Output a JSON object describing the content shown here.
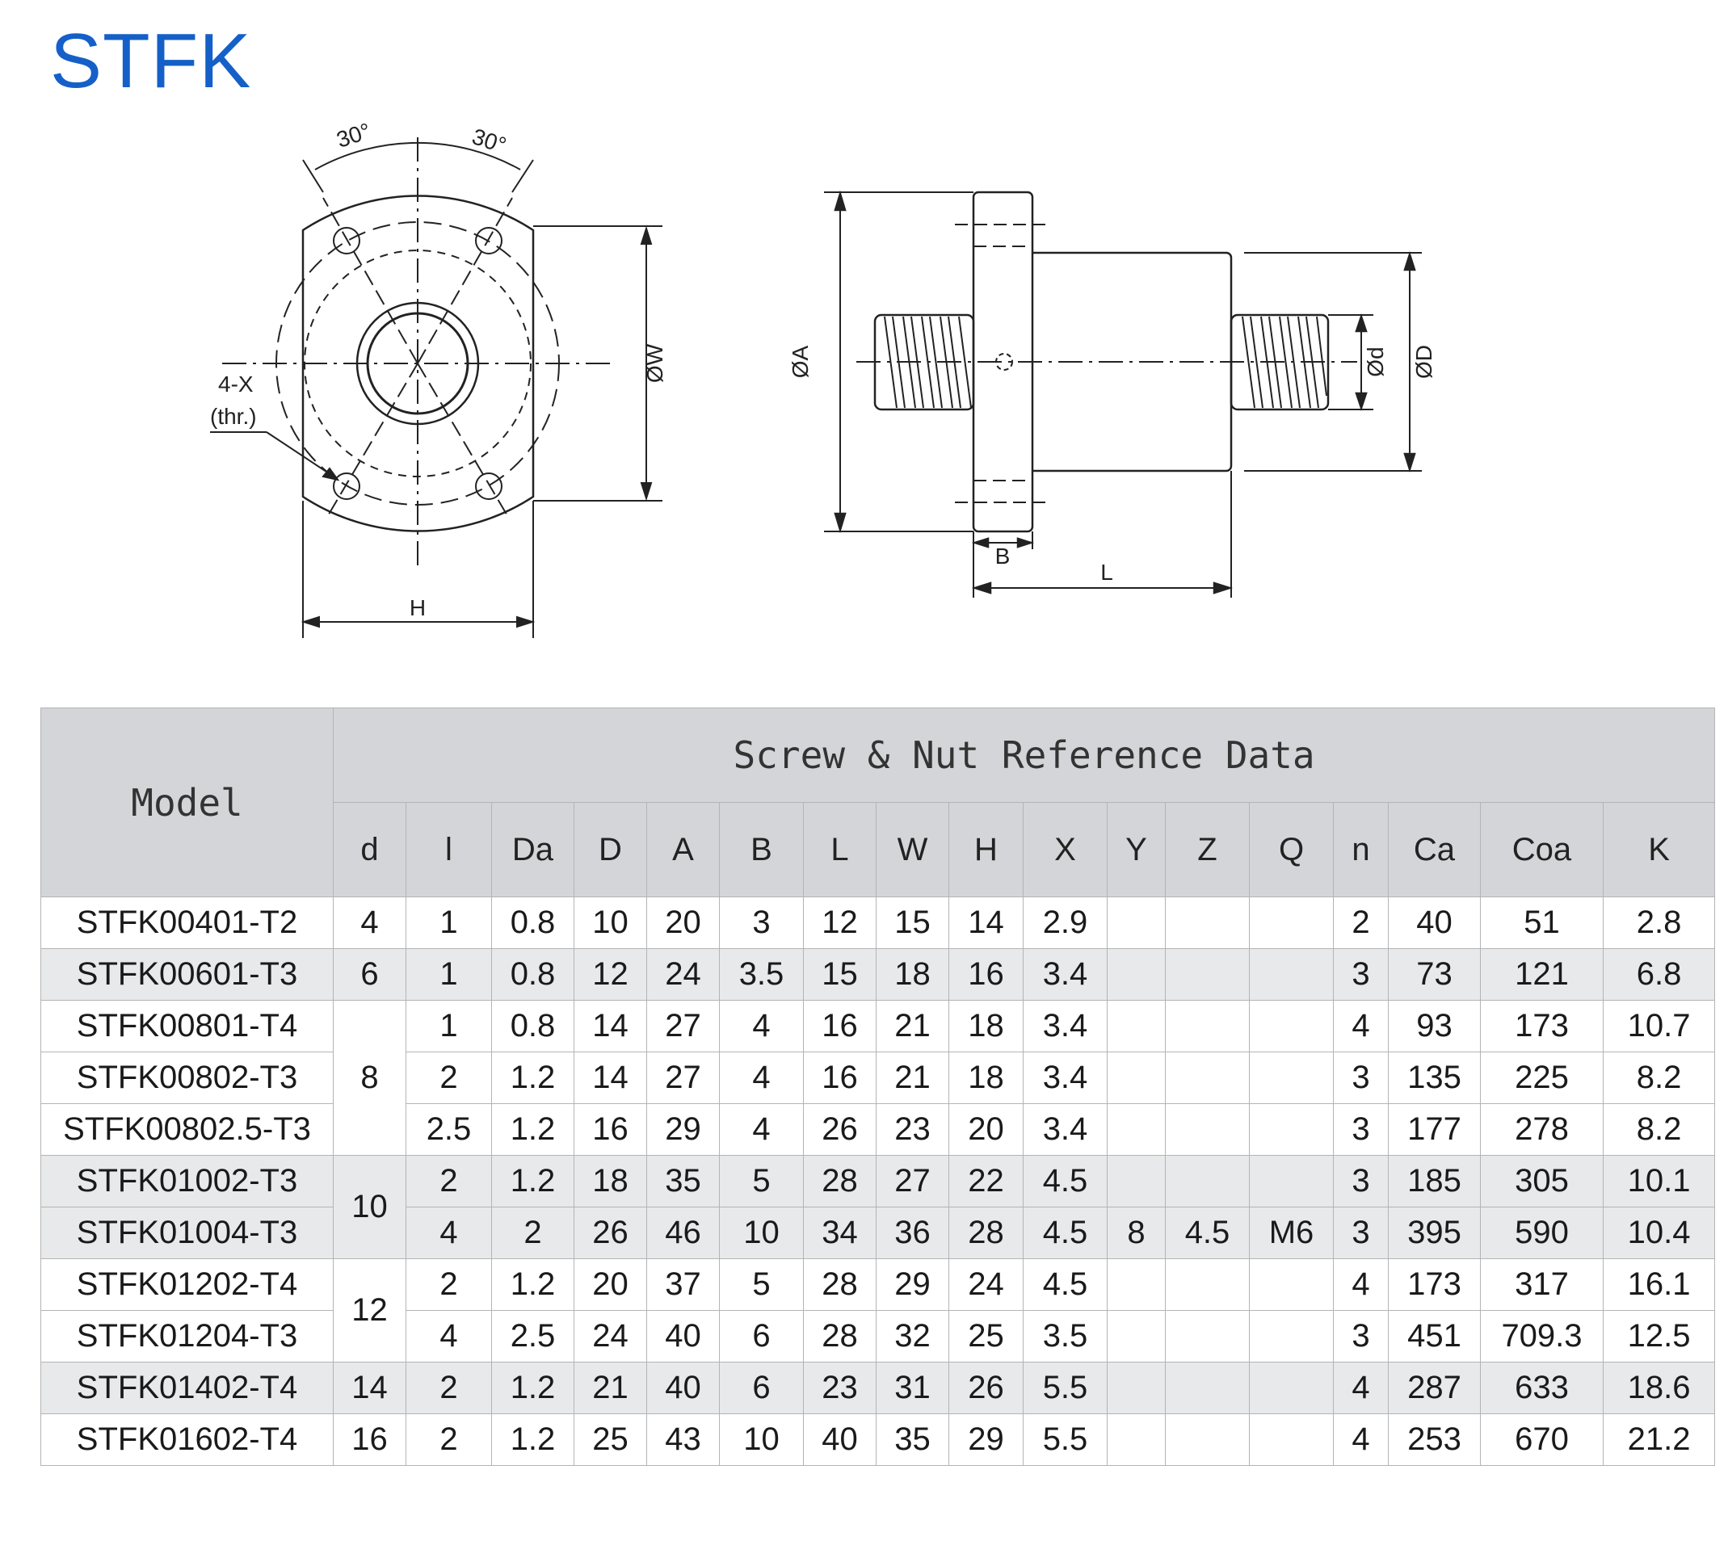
{
  "title": "STFK",
  "drawing": {
    "front_labels": {
      "angle_left": "30°",
      "angle_right": "30°",
      "holes": "4-X",
      "holes_note": "(thr.)",
      "dia_w": "ØW",
      "width": "H"
    },
    "side_labels": {
      "dia_a": "ØA",
      "dia_d_small": "Ød",
      "dia_d_large": "ØD",
      "flange": "B",
      "length": "L"
    }
  },
  "table": {
    "model_header": "Model",
    "group_header": "Screw & Nut Reference Data",
    "columns": [
      "d",
      "l",
      "Da",
      "D",
      "A",
      "B",
      "L",
      "W",
      "H",
      "X",
      "Y",
      "Z",
      "Q",
      "n",
      "Ca",
      "Coa",
      "K"
    ],
    "rows": [
      {
        "model": "STFK00401-T2",
        "d": "4",
        "l": "1",
        "Da": "0.8",
        "D": "10",
        "A": "20",
        "B": "3",
        "L": "12",
        "W": "15",
        "H": "14",
        "X": "2.9",
        "n": "2",
        "Ca": "40",
        "Coa": "51",
        "K": "2.8"
      },
      {
        "model": "STFK00601-T3",
        "d": "6",
        "l": "1",
        "Da": "0.8",
        "D": "12",
        "A": "24",
        "B": "3.5",
        "L": "15",
        "W": "18",
        "H": "16",
        "X": "3.4",
        "n": "3",
        "Ca": "73",
        "Coa": "121",
        "K": "6.8"
      },
      {
        "model": "STFK00801-T4",
        "d": "8",
        "l": "1",
        "Da": "0.8",
        "D": "14",
        "A": "27",
        "B": "4",
        "L": "16",
        "W": "21",
        "H": "18",
        "X": "3.4",
        "n": "4",
        "Ca": "93",
        "Coa": "173",
        "K": "10.7"
      },
      {
        "model": "STFK00802-T3",
        "l": "2",
        "Da": "1.2",
        "D": "14",
        "A": "27",
        "B": "4",
        "L": "16",
        "W": "21",
        "H": "18",
        "X": "3.4",
        "n": "3",
        "Ca": "135",
        "Coa": "225",
        "K": "8.2"
      },
      {
        "model": "STFK00802.5-T3",
        "l": "2.5",
        "Da": "1.2",
        "D": "16",
        "A": "29",
        "B": "4",
        "L": "26",
        "W": "23",
        "H": "20",
        "X": "3.4",
        "n": "3",
        "Ca": "177",
        "Coa": "278",
        "K": "8.2"
      },
      {
        "model": "STFK01002-T3",
        "d": "10",
        "l": "2",
        "Da": "1.2",
        "D": "18",
        "A": "35",
        "B": "5",
        "L": "28",
        "W": "27",
        "H": "22",
        "X": "4.5",
        "n": "3",
        "Ca": "185",
        "Coa": "305",
        "K": "10.1"
      },
      {
        "model": "STFK01004-T3",
        "l": "4",
        "Da": "2",
        "D": "26",
        "A": "46",
        "B": "10",
        "L": "34",
        "W": "36",
        "H": "28",
        "X": "4.5",
        "Y": "8",
        "Z": "4.5",
        "Q": "M6",
        "n": "3",
        "Ca": "395",
        "Coa": "590",
        "K": "10.4"
      },
      {
        "model": "STFK01202-T4",
        "d": "12",
        "l": "2",
        "Da": "1.2",
        "D": "20",
        "A": "37",
        "B": "5",
        "L": "28",
        "W": "29",
        "H": "24",
        "X": "4.5",
        "n": "4",
        "Ca": "173",
        "Coa": "317",
        "K": "16.1"
      },
      {
        "model": "STFK01204-T3",
        "l": "4",
        "Da": "2.5",
        "D": "24",
        "A": "40",
        "B": "6",
        "L": "28",
        "W": "32",
        "H": "25",
        "X": "3.5",
        "n": "3",
        "Ca": "451",
        "Coa": "709.3",
        "K": "12.5"
      },
      {
        "model": "STFK01402-T4",
        "d": "14",
        "l": "2",
        "Da": "1.2",
        "D": "21",
        "A": "40",
        "B": "6",
        "L": "23",
        "W": "31",
        "H": "26",
        "X": "5.5",
        "n": "4",
        "Ca": "287",
        "Coa": "633",
        "K": "18.6"
      },
      {
        "model": "STFK01602-T4",
        "d": "16",
        "l": "2",
        "Da": "1.2",
        "D": "25",
        "A": "43",
        "B": "10",
        "L": "40",
        "W": "35",
        "H": "29",
        "X": "5.5",
        "n": "4",
        "Ca": "253",
        "Coa": "670",
        "K": "21.2"
      }
    ]
  }
}
